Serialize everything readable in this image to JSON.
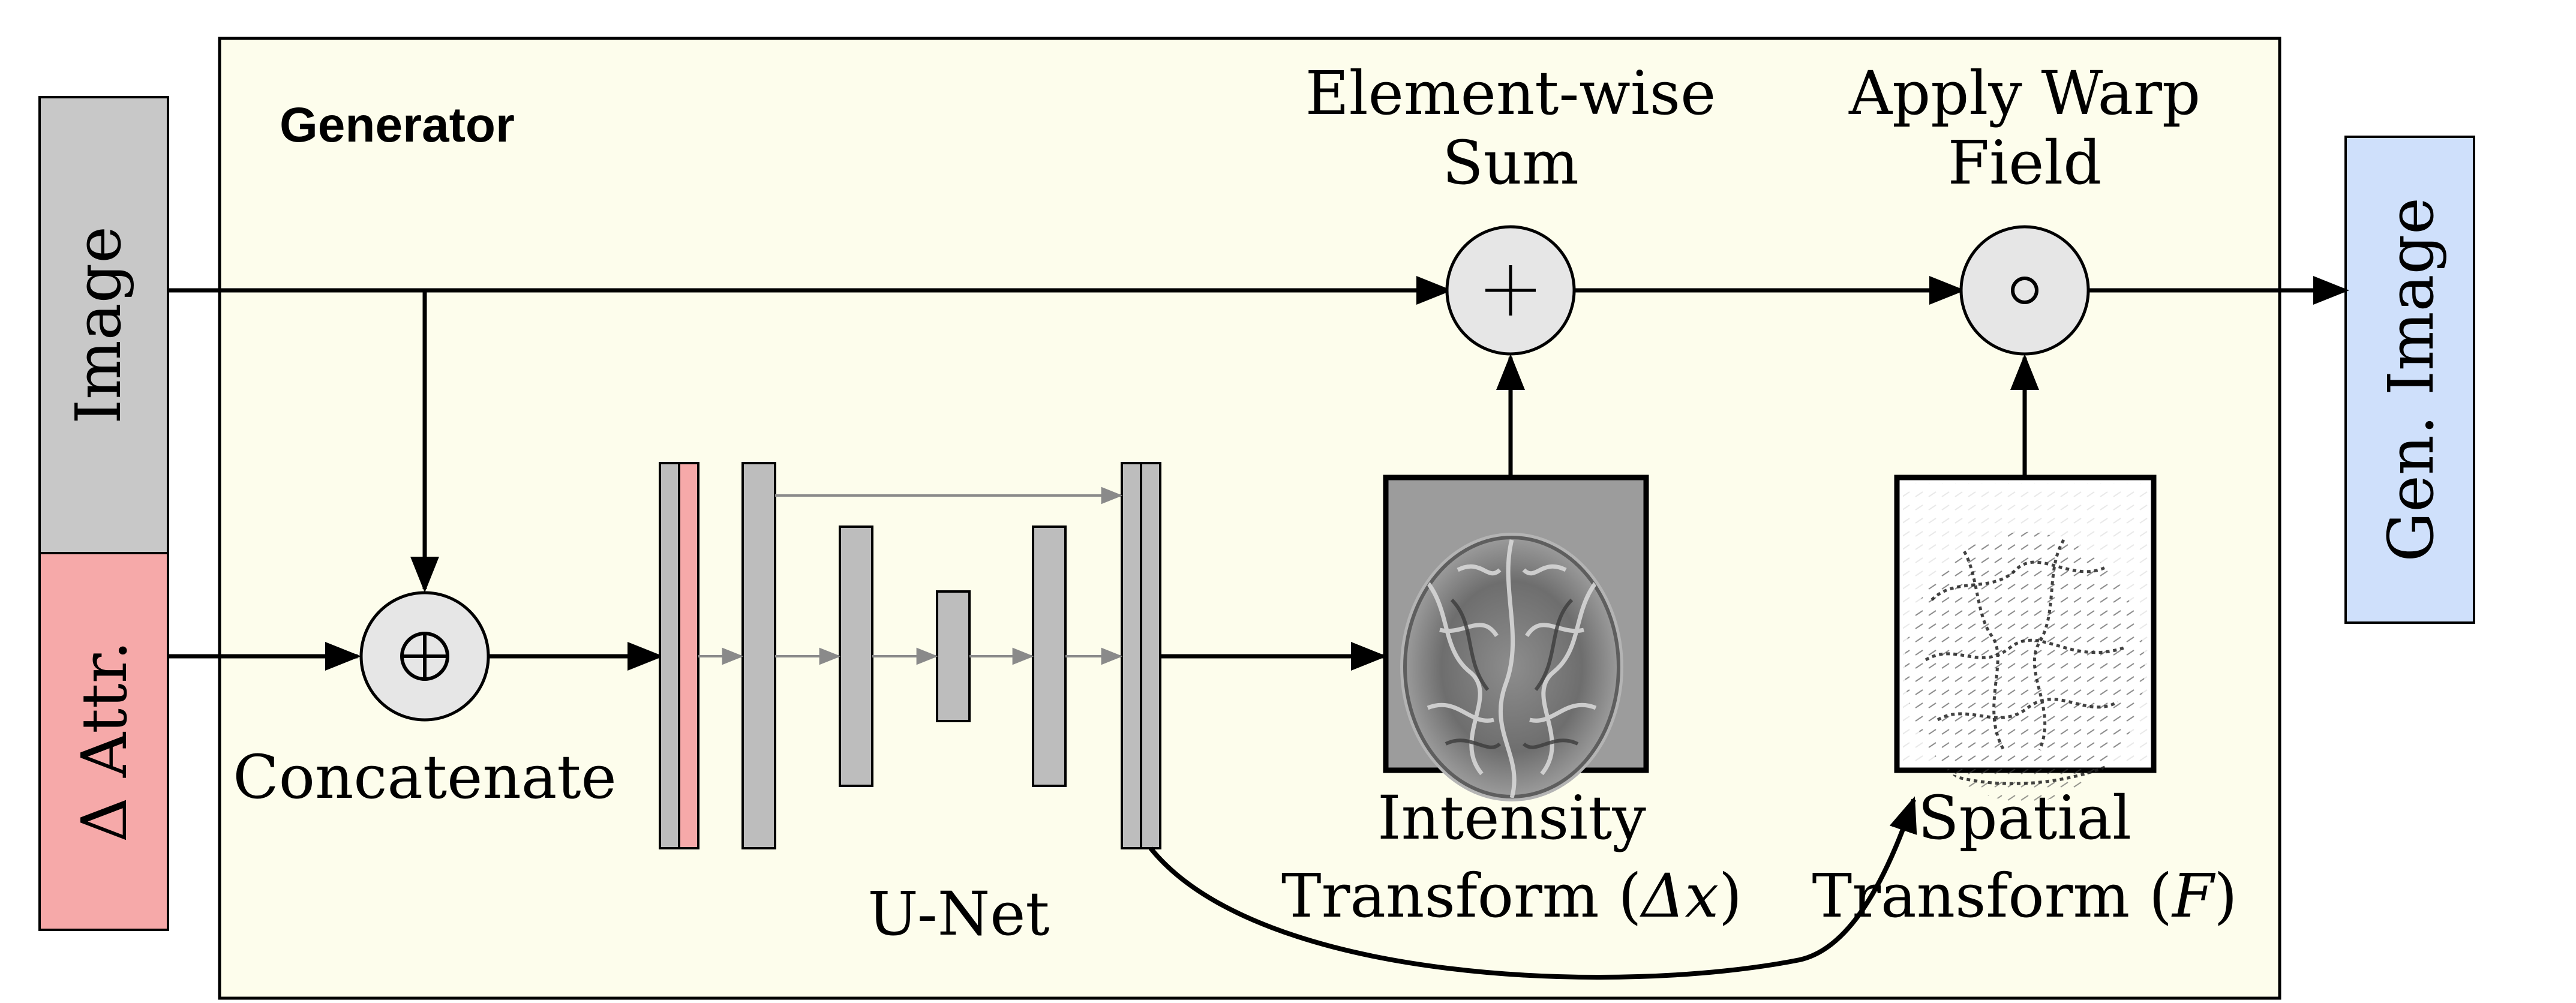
{
  "generator_label": "Generator",
  "inputs": {
    "image": "Image",
    "attr": "Δ Attr."
  },
  "output": "Gen. Image",
  "ops": {
    "concat_symbol": "⊕",
    "concat_label": "Concatenate",
    "sum_symbol": "+",
    "sum_label_line1": "Element-wise",
    "sum_label_line2": "Sum",
    "warp_symbol": "∘",
    "warp_label_line1": "Apply Warp",
    "warp_label_line2": "Field"
  },
  "unet_label": "U-Net",
  "intensity": {
    "line1": "Intensity",
    "line2_prefix": "Transform (",
    "line2_math": "Δx",
    "line2_suffix": ")"
  },
  "spatial": {
    "line1": "Spatial",
    "line2_prefix": "Transform (",
    "line2_math": "F",
    "line2_suffix": ")"
  },
  "colors": {
    "panel_bg": "#fdfdec",
    "image_input": "#c8c8c8",
    "attr_input": "#f6a9a9",
    "output": "#cfe0fb",
    "unet_block": "#bdbdbd",
    "unet_pink": "#f6a9a9",
    "op_circle": "#e6e6e6",
    "skip_arrow": "#8a8a8a"
  }
}
